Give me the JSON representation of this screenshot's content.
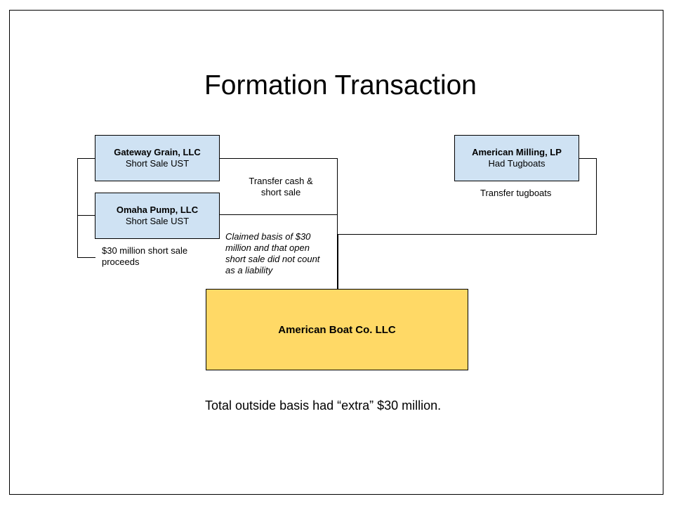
{
  "title": "Formation Transaction",
  "entities": {
    "gateway": {
      "name": "Gateway Grain, LLC",
      "detail": "Short Sale UST"
    },
    "omaha": {
      "name": "Omaha Pump, LLC",
      "detail": "Short Sale UST"
    },
    "milling": {
      "name": "American Milling, LP",
      "detail": "Had Tugboats"
    },
    "boat": {
      "name": "American Boat Co. LLC"
    }
  },
  "labels": {
    "transfer_cash": "Transfer cash & short sale",
    "transfer_tugboats": "Transfer tugboats",
    "short_sale_proceeds": "$30 million short sale proceeds",
    "claimed_basis": "Claimed basis of $30 million and that open short sale did not count as a liability"
  },
  "footer": "Total outside basis had “extra” $30 million.",
  "colors": {
    "entity_fill": "#cfe2f3",
    "boat_fill": "#ffd966",
    "line": "#000000"
  }
}
